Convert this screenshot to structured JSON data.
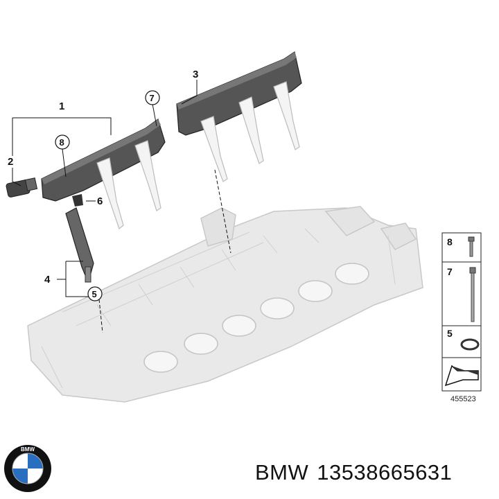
{
  "diagram": {
    "callouts": {
      "c1": "1",
      "c2": "2",
      "c3": "3",
      "c4": "4",
      "c5": "5",
      "c6": "6",
      "c7": "7",
      "c8": "8"
    },
    "legend": {
      "item8": "8",
      "item7": "7",
      "item5": "5"
    },
    "figure_number": "455523"
  },
  "caption": {
    "brand": "BMW",
    "part_number": "13538665631"
  },
  "logo": {
    "text": "BMW",
    "colors": {
      "ring": "#111111",
      "blue": "#2a6fbf",
      "white": "#ffffff"
    }
  }
}
